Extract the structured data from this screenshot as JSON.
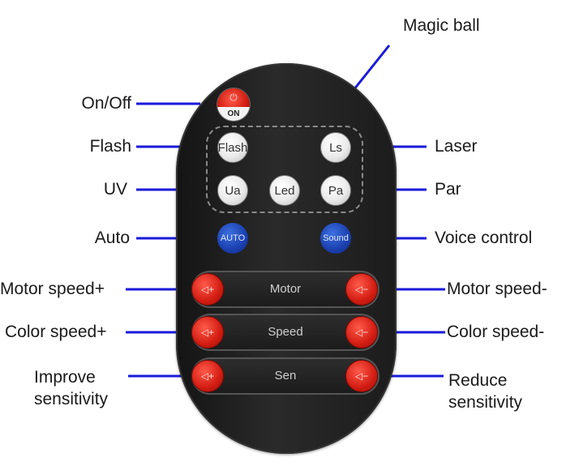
{
  "callouts": {
    "magic_ball": "Magic ball",
    "on_off": "On/Off",
    "flash": "Flash",
    "laser": "Laser",
    "uv": "UV",
    "par": "Par",
    "auto": "Auto",
    "voice_control": "Voice control",
    "motor_speed_plus": "Motor speed+",
    "motor_speed_minus": "Motor speed-",
    "color_speed_plus": "Color speed+",
    "color_speed_minus": "Color speed-",
    "improve_sensitivity": "Improve sensitivity",
    "reduce_sensitivity": "Reduce sensitivity"
  },
  "remote": {
    "power": {
      "icon": "power-icon",
      "label": "ON"
    },
    "buttons": {
      "flash": "Flash",
      "ls": "Ls",
      "ua": "Ua",
      "led": "Led",
      "pa": "Pa",
      "auto": "AUTO",
      "sound": "Sound"
    },
    "bars": {
      "motor": "Motor",
      "speed": "Speed",
      "sen": "Sen"
    },
    "plus_glyph": "◁+",
    "minus_glyph": "◁−"
  },
  "colors": {
    "callout_line": "#1a1adb",
    "remote_body": "#1c1c1c",
    "accent_red": "#d21c12",
    "accent_blue": "#1a3fae"
  }
}
